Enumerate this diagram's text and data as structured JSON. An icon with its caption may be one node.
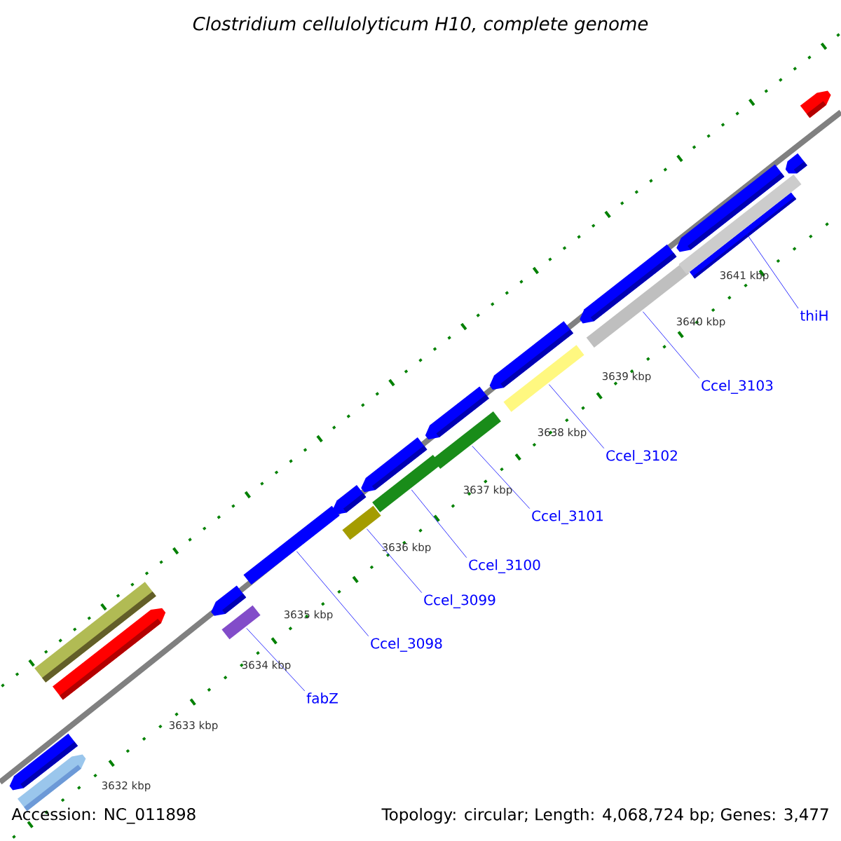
{
  "diagram": {
    "title": "Clostridium cellulolyticum H10, complete genome",
    "nodes": [
      {
        "text": [
          "fabZ"
        ]
      },
      {
        "text": [
          "Ccel_3098"
        ]
      },
      {
        "text": [
          "Ccel_3099"
        ]
      },
      {
        "text": [
          "Ccel_3100"
        ]
      },
      {
        "text": [
          "Ccel_3101"
        ]
      },
      {
        "text": [
          "Ccel_3102"
        ]
      },
      {
        "text": [
          "Ccel_3103"
        ]
      },
      {
        "text": [
          "thiH"
        ]
      },
      {
        "text": [],
        "shape": "bar"
      },
      {
        "text": [],
        "shape": "bar"
      },
      {
        "text": [],
        "shape": "bar"
      },
      {
        "text": [],
        "shape": "bar"
      },
      {
        "text": [],
        "shape": "bar"
      },
      {
        "text": [],
        "shape": "bar"
      },
      {
        "text": [],
        "shape": "bar"
      },
      {
        "text": [],
        "shape": "bar"
      }
    ],
    "edges": [
      {
        "from": 0,
        "to": 8,
        "arrow": "none"
      },
      {
        "from": 1,
        "to": 9,
        "arrow": "none"
      },
      {
        "from": 2,
        "to": 10,
        "arrow": "none"
      },
      {
        "from": 3,
        "to": 11,
        "arrow": "none"
      },
      {
        "from": 4,
        "to": 12,
        "arrow": "none"
      },
      {
        "from": 5,
        "to": 13,
        "arrow": "none"
      },
      {
        "from": 6,
        "to": 14,
        "arrow": "none"
      },
      {
        "from": 7,
        "to": 15,
        "arrow": "none"
      }
    ],
    "labels": [
      "3632 kbp",
      "3633 kbp",
      "3634 kbp",
      "3635 kbp",
      "3636 kbp",
      "3637 kbp",
      "3638 kbp",
      "3639 kbp",
      "3640 kbp",
      "3641 kbp",
      "Accession: NC_011898",
      "Topology: circular; Length: 4,068,724 bp; Genes: 3,477"
    ]
  }
}
